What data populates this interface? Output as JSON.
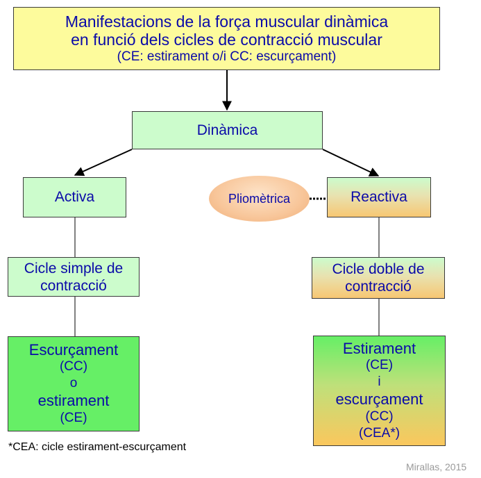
{
  "title": {
    "line1": "Manifestacions de la força muscular dinàmica",
    "line2": "en funció dels cicles de contracció muscular",
    "line3": "(CE: estirament o/i CC: escurçament)"
  },
  "dinamica": "Dinàmica",
  "activa": "Activa",
  "reactiva": "Reactiva",
  "pliometrica": "Pliomètrica",
  "cicle_simple": {
    "line1": "Cicle simple de",
    "line2": "contracció"
  },
  "cicle_doble": {
    "line1": "Cicle doble de",
    "line2": "contracció"
  },
  "left_result": {
    "line1": "Escurçament",
    "line2": "(CC)",
    "line3": "o",
    "line4": "estirament",
    "line5": "(CE)"
  },
  "right_result": {
    "line1": "Estirament",
    "line2": "(CE)",
    "line3": "i",
    "line4": "escurçament",
    "line5": "(CC)",
    "line6": "(CEA*)"
  },
  "footnote": "*CEA: cicle estirament-escurçament",
  "credit": "Mirallas, 2015",
  "colors": {
    "text": "#0a0aa8",
    "title_bg": "#fdfb9c",
    "light_green": "#ccfccc",
    "green": "#66ef66",
    "orange": "#f7c773"
  }
}
